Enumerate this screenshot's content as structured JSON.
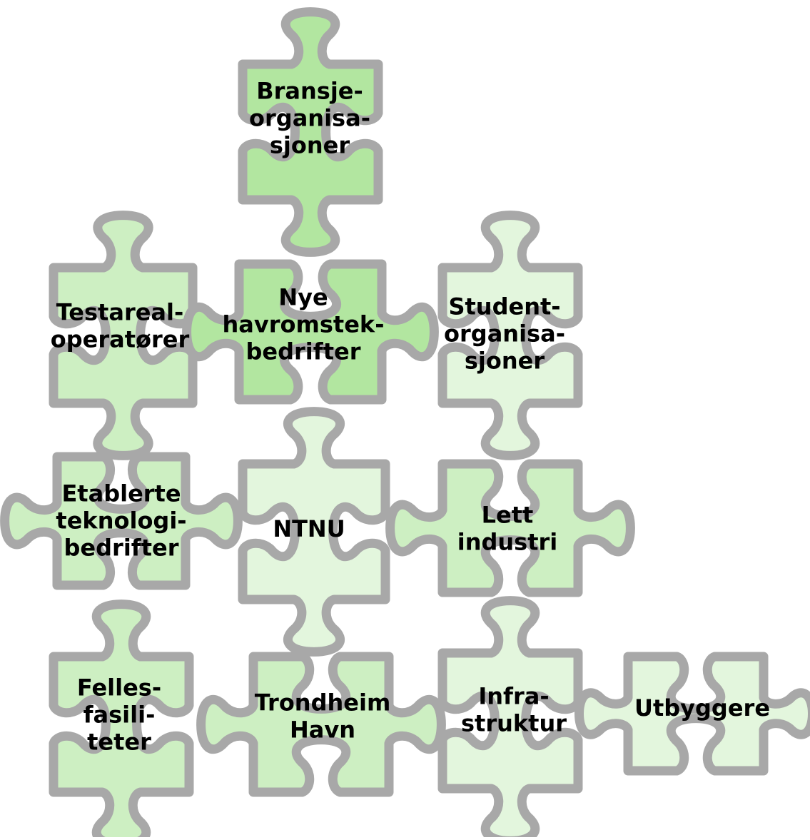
{
  "colors": {
    "outline": "#a8a8a8",
    "text": "#000000",
    "fill_dark": "#b2e6a0",
    "fill_mid": "#cdefc2",
    "fill_light": "#e3f6dd",
    "background": "#ffffff"
  },
  "pieces": [
    {
      "id": "bransjeorganisasjoner",
      "lines": [
        "Bransje-",
        "organisa-",
        "sjoner"
      ],
      "shade": "fill_dark",
      "knobs": {
        "top": "out",
        "right": "in",
        "bottom": "out",
        "left": "in"
      }
    },
    {
      "id": "testarealoperatorer",
      "lines": [
        "Testareal-",
        "operatører"
      ],
      "shade": "fill_mid",
      "knobs": {
        "top": "out",
        "right": "in",
        "bottom": "out",
        "left": "in"
      }
    },
    {
      "id": "nye-havromstekbedrifter",
      "lines": [
        "Nye",
        "havromstek-",
        "bedrifter"
      ],
      "shade": "fill_dark",
      "knobs": {
        "top": "in",
        "right": "out",
        "bottom": "in",
        "left": "out"
      }
    },
    {
      "id": "studentorganisasjoner",
      "lines": [
        "Student-",
        "organisa-",
        "sjoner"
      ],
      "shade": "fill_light",
      "knobs": {
        "top": "out",
        "right": "in",
        "bottom": "out",
        "left": "in"
      }
    },
    {
      "id": "etablerte-teknologibedrifter",
      "lines": [
        "Etablerte",
        "teknologi-",
        "bedrifter"
      ],
      "shade": "fill_mid",
      "knobs": {
        "top": "in",
        "right": "out",
        "bottom": "in",
        "left": "out"
      }
    },
    {
      "id": "ntnu",
      "lines": [
        "NTNU"
      ],
      "shade": "fill_light",
      "knobs": {
        "top": "out",
        "right": "in",
        "bottom": "out",
        "left": "in"
      }
    },
    {
      "id": "lett-industri",
      "lines": [
        "Lett",
        "industri"
      ],
      "shade": "fill_mid",
      "knobs": {
        "top": "in",
        "right": "out",
        "bottom": "in",
        "left": "out"
      }
    },
    {
      "id": "fellesfasiliteter",
      "lines": [
        "Felles-",
        "fasili-",
        "teter"
      ],
      "shade": "fill_mid",
      "knobs": {
        "top": "out",
        "right": "in",
        "bottom": "out",
        "left": "in"
      }
    },
    {
      "id": "trondheim-havn",
      "lines": [
        "Trondheim",
        "Havn"
      ],
      "shade": "fill_mid",
      "knobs": {
        "top": "in",
        "right": "out",
        "bottom": "in",
        "left": "out"
      }
    },
    {
      "id": "infrastruktur",
      "lines": [
        "Infra-",
        "struktur"
      ],
      "shade": "fill_light",
      "knobs": {
        "top": "out",
        "right": "in",
        "bottom": "out",
        "left": "in"
      }
    },
    {
      "id": "utbyggere",
      "lines": [
        "Utbyggere"
      ],
      "shade": "fill_light",
      "knobs": {
        "top": "in",
        "right": "out",
        "bottom": "in",
        "left": "out"
      }
    }
  ]
}
